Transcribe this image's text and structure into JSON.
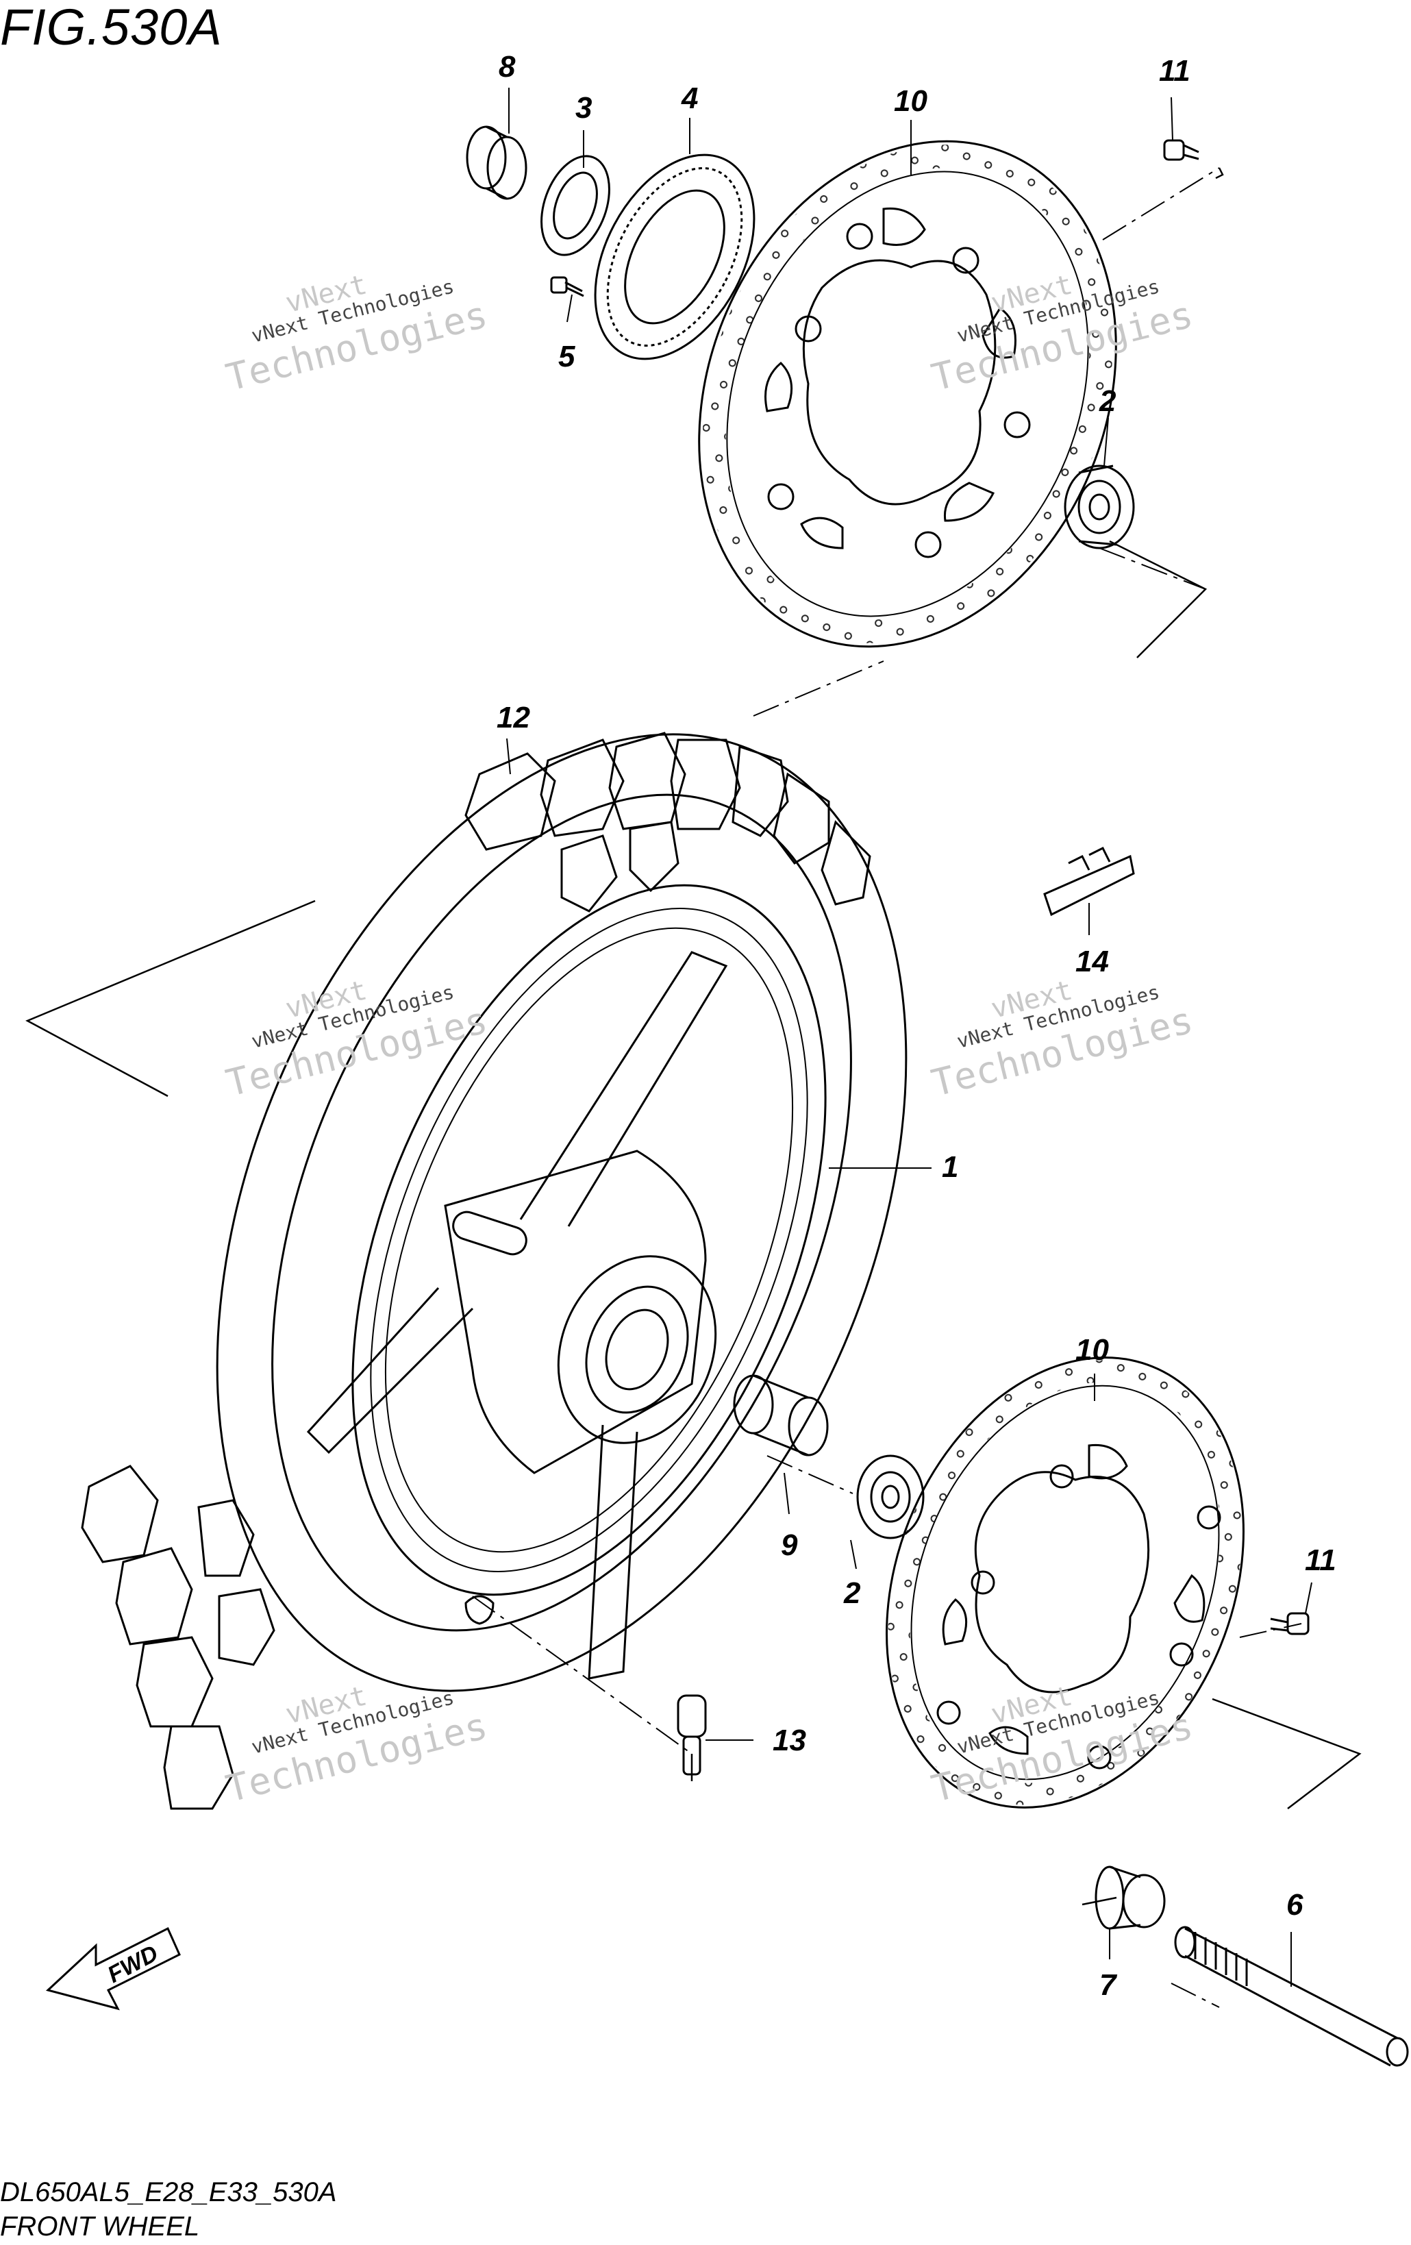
{
  "figure": {
    "title": "FIG.530A",
    "code": "DL650AL5_E28_E33_530A",
    "name": "FRONT WHEEL"
  },
  "watermark": {
    "line1": "vNext Technologies",
    "line2": "vNext",
    "line3": "Technologies"
  },
  "fwd_label": "FWD",
  "callouts": {
    "c1": "1",
    "c2a": "2",
    "c2b": "2",
    "c3": "3",
    "c4": "4",
    "c5": "5",
    "c6": "6",
    "c7": "7",
    "c8": "8",
    "c9": "9",
    "c10a": "10",
    "c10b": "10",
    "c11a": "11",
    "c11b": "11",
    "c12": "12",
    "c13": "13",
    "c14": "14"
  }
}
